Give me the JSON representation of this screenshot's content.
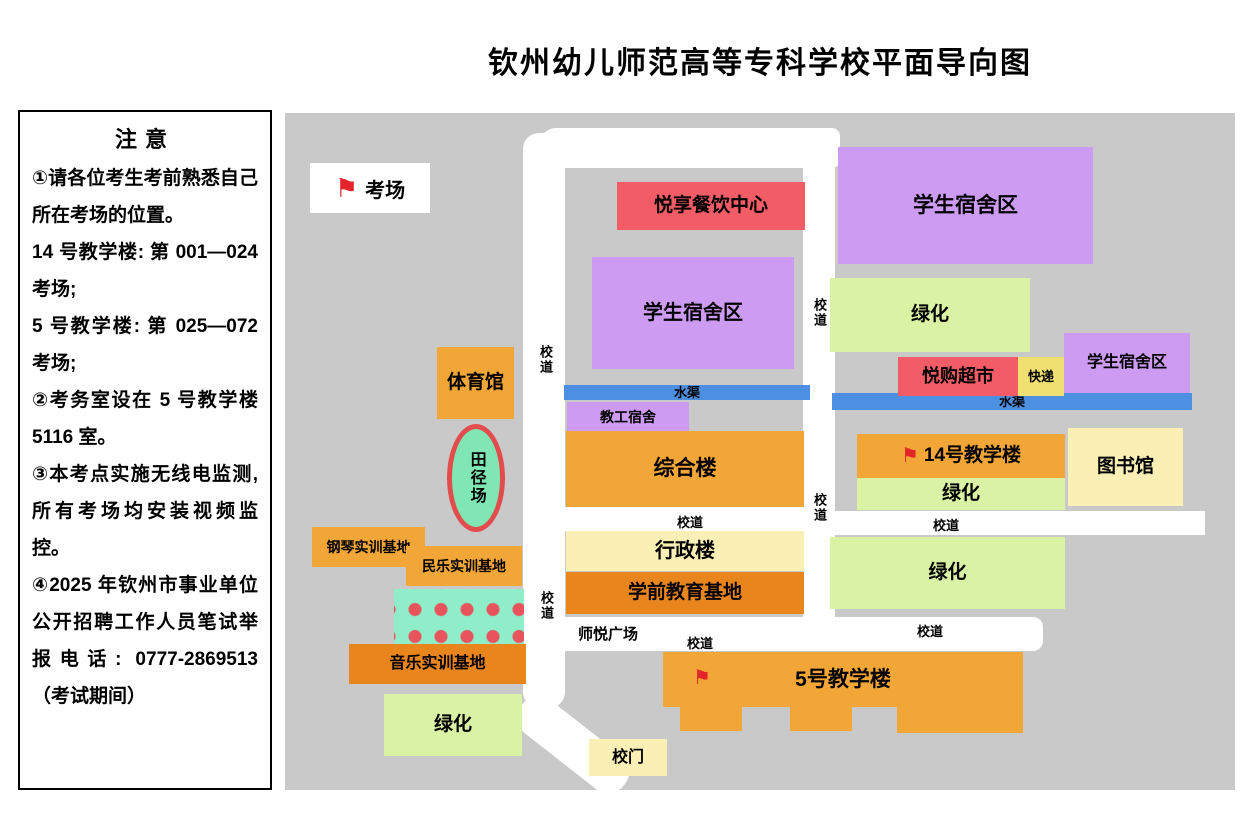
{
  "title": "钦州幼儿师范高等专科学校平面导向图",
  "notice": {
    "title": "注意",
    "items": [
      "①请各位考生考前熟悉自己所在考场的位置。",
      "14 号教学楼: 第 001—024 考场;",
      "5 号教学楼: 第 025—072 考场;",
      "②考务室设在 5 号教学楼 5116 室。",
      "③本考点实施无线电监测,所有考场均安装视频监控。",
      "④2025 年钦州市事业单位公开招聘工作人员笔试举报电话: 0777-2869513（考试期间）"
    ]
  },
  "legend": {
    "exam_room_label": "考场"
  },
  "icons": {
    "flag": "⚑"
  },
  "map": {
    "road_label": "校道",
    "water_label": "水渠",
    "green_label": "绿化",
    "dorm_label": "学生宿舍区",
    "buildings": {
      "dining": "悦享餐饮中心",
      "market": "悦购超市",
      "express": "快递",
      "staff_dorm": "教工宿舍",
      "gym": "体育馆",
      "track": "田径场",
      "complex": "综合楼",
      "teach14": "14号教学楼",
      "library": "图书馆",
      "admin": "行政楼",
      "preschool": "学前教育基地",
      "piano": "钢琴实训基地",
      "folk": "民乐实训基地",
      "music": "音乐实训基地",
      "plaza": "师悦广场",
      "teach5": "5号教学楼",
      "gate": "校门"
    },
    "colors": {
      "map_background": "#C9C9C9",
      "road": "#FFFFFF",
      "building_orange": "#F2A637",
      "building_dark_orange": "#E8851D",
      "dorm_purple": "#CE9BF2",
      "dining_red": "#F25C66",
      "green_area": "#D9F2A3",
      "pale_yellow": "#FAEFB4",
      "express_yellow": "#EFE071",
      "water_blue": "#4D8FE0",
      "court_teal": "#8FEDC9",
      "flag_red": "#E3242B"
    }
  }
}
